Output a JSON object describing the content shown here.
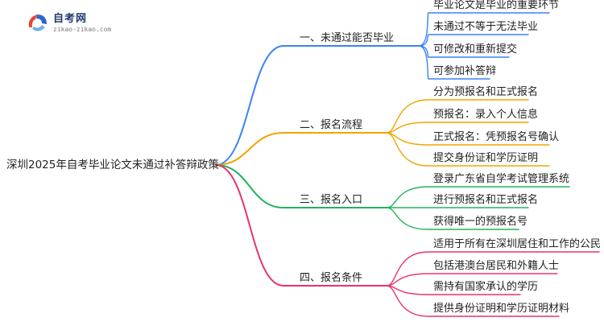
{
  "logo": {
    "title": "自考网",
    "subtitle": "zikao-zikao.com",
    "mark_colors": [
      "#e8443a",
      "#2f64c9",
      "#6fb0e6"
    ]
  },
  "root": {
    "label": "深圳2025年自考毕业论文未通过补答辩政策"
  },
  "branches": [
    {
      "label": "一、未通过能否毕业",
      "color": "#3b82f6",
      "children": [
        "毕业论文是毕业的重要环节",
        "未通过不等于无法毕业",
        "可修改和重新提交",
        "可参加补答辩"
      ]
    },
    {
      "label": "二、报名流程",
      "color": "#f0a500",
      "children": [
        "分为预报名和正式报名",
        "预报名：录入个人信息",
        "正式报名：凭预报名号确认",
        "提交身份证和学历证明"
      ]
    },
    {
      "label": "三、报名入口",
      "color": "#22b35e",
      "children": [
        "登录广东省自学考试管理系统",
        "进行预报名和正式报名",
        "获得唯一的预报名号"
      ]
    },
    {
      "label": "四、报名条件",
      "color": "#e8336e",
      "children": [
        "适用于所有在深圳居住和工作的公民",
        "包括港澳台居民和外籍人士",
        "需持有国家承认的学历",
        "提供身份证明和学历证明材料"
      ]
    }
  ]
}
